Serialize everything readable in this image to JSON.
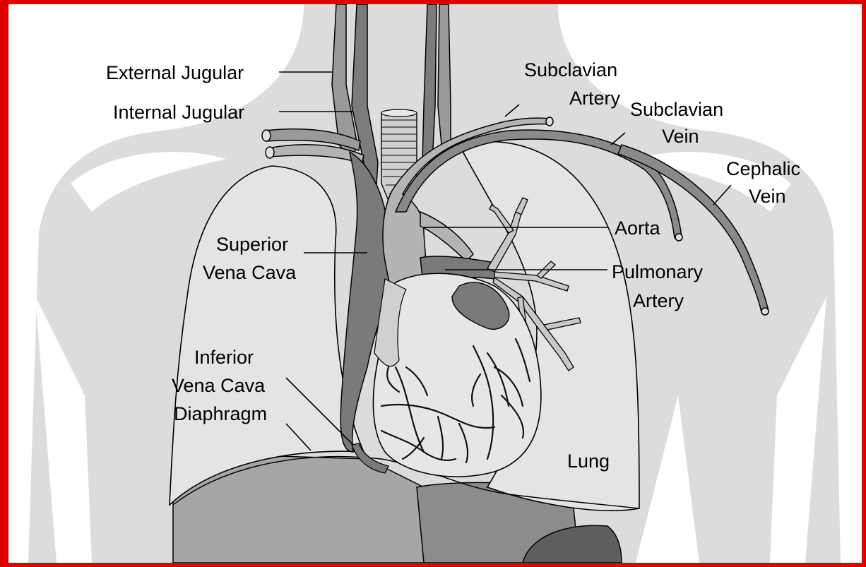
{
  "diagram": {
    "labels": {
      "external_jugular": "External Jugular",
      "internal_jugular": "Internal Jugular",
      "subclavian_artery_1": "Subclavian",
      "subclavian_artery_2": "Artery",
      "subclavian_vein_1": "Subclavian",
      "subclavian_vein_2": "Vein",
      "cephalic_vein_1": "Cephalic",
      "cephalic_vein_2": "Vein",
      "aorta": "Aorta",
      "pulmonary_artery_1": "Pulmonary",
      "pulmonary_artery_2": "Artery",
      "superior_vena_cava_1": "Superior",
      "superior_vena_cava_2": "Vena Cava",
      "inferior_vena_cava_1": "Inferior",
      "inferior_vena_cava_2": "Vena Cava",
      "diaphragm": "Diaphragm",
      "lung": "Lung"
    },
    "colors": {
      "frame": "#e00000",
      "background_border": "#1a1ab8",
      "body_silhouette": "#dcdcdc",
      "lung": "#e4e4e4",
      "vein": "#7a7a7a",
      "artery": "#b4b4b4",
      "organ_below": "#9c9c9c",
      "outline": "#000000"
    }
  }
}
